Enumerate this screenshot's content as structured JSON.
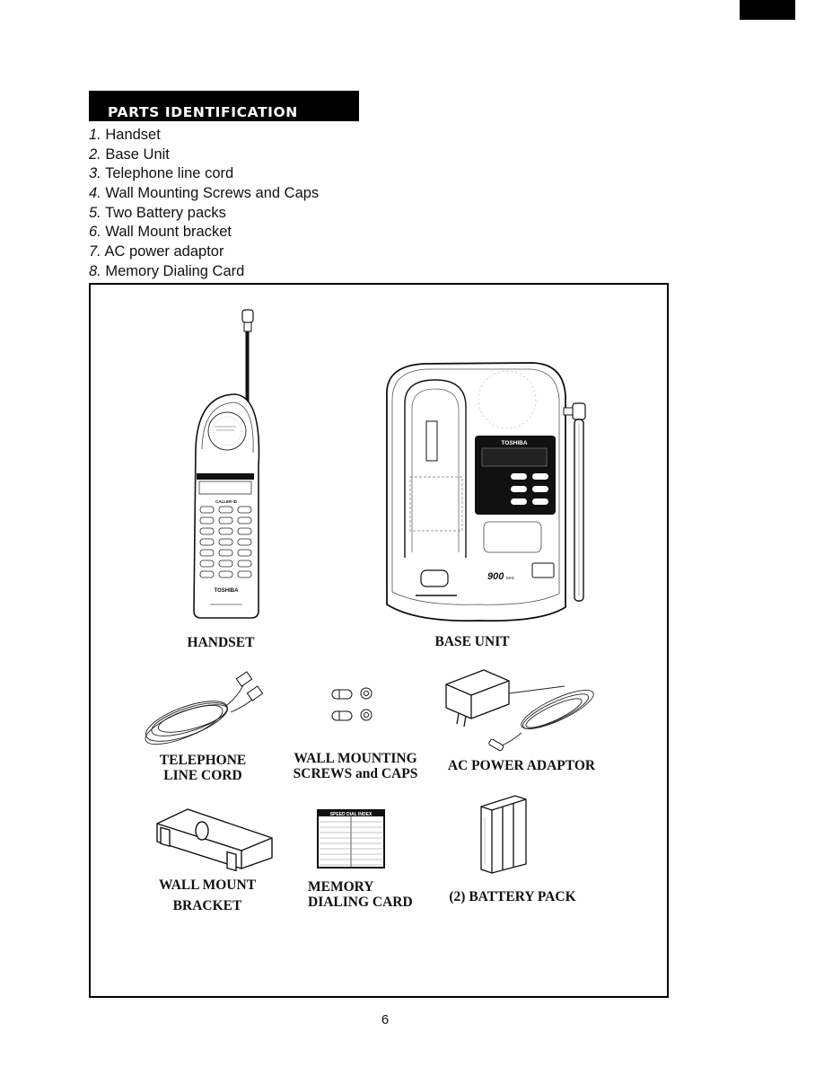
{
  "section": {
    "title": "PARTS IDENTIFICATION"
  },
  "parts": [
    {
      "num": "1.",
      "label": "Handset"
    },
    {
      "num": "2.",
      "label": "Base Unit"
    },
    {
      "num": "3.",
      "label": "Telephone line cord"
    },
    {
      "num": "4.",
      "label": "Wall Mounting Screws and Caps"
    },
    {
      "num": "5.",
      "label": "Two Battery packs"
    },
    {
      "num": "6.",
      "label": "Wall Mount bracket"
    },
    {
      "num": "7.",
      "label": "AC power adaptor"
    },
    {
      "num": "8.",
      "label": "Memory Dialing Card"
    }
  ],
  "captions": {
    "handset": "HANDSET",
    "base_unit": "BASE UNIT",
    "telephone_line_cord_1": "TELEPHONE",
    "telephone_line_cord_2": "LINE CORD",
    "wall_mounting_1": "WALL MOUNTING",
    "wall_mounting_2": "SCREWS and CAPS",
    "ac_power_adaptor": "AC POWER ADAPTOR",
    "wall_mount_bracket_1": "WALL MOUNT",
    "wall_mount_bracket_2": "BRACKET",
    "memory_dialing_card_1": "MEMORY",
    "memory_dialing_card_2": "DIALING CARD",
    "battery_pack": "(2) BATTERY PACK"
  },
  "product_markings": {
    "brand": "TOSHIBA",
    "caller_id": "CALLER ID",
    "model_badge": "900",
    "model_badge_unit": "MHz",
    "card_header": "SPEED DIAL INDEX"
  },
  "page_number": "6"
}
